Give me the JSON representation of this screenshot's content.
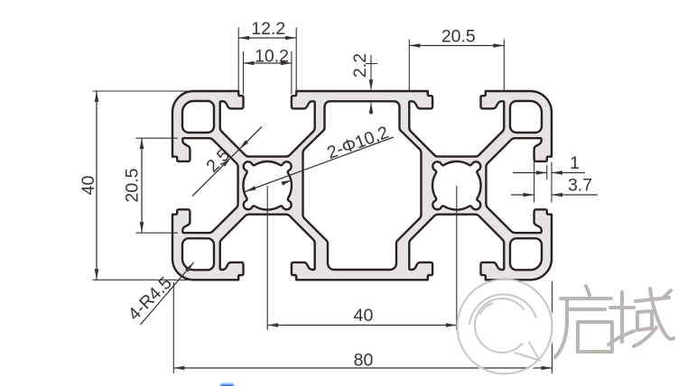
{
  "drawing": {
    "dims": {
      "slot_outer_width": "12.2",
      "slot_mouth_width": "10.2",
      "top_wall": "2.2",
      "cavity_width_top": "20.5",
      "profile_height": "40",
      "cavity_width_left": "20.5",
      "web_thickness": "2.5",
      "center_bores": "2-Φ10,2",
      "lip_step": "1",
      "lip_depth": "3.7",
      "corner_radius": "4-R4.5",
      "bore_spacing": "40",
      "profile_width": "80"
    },
    "watermark": {
      "brand": "启域"
    },
    "colors": {
      "profile_fill": "#e6e4e2",
      "outline": "#2a211d",
      "dimension": "#3a3330",
      "watermark": "#c3bfbb",
      "page_marker": "#2f6fe0"
    }
  }
}
